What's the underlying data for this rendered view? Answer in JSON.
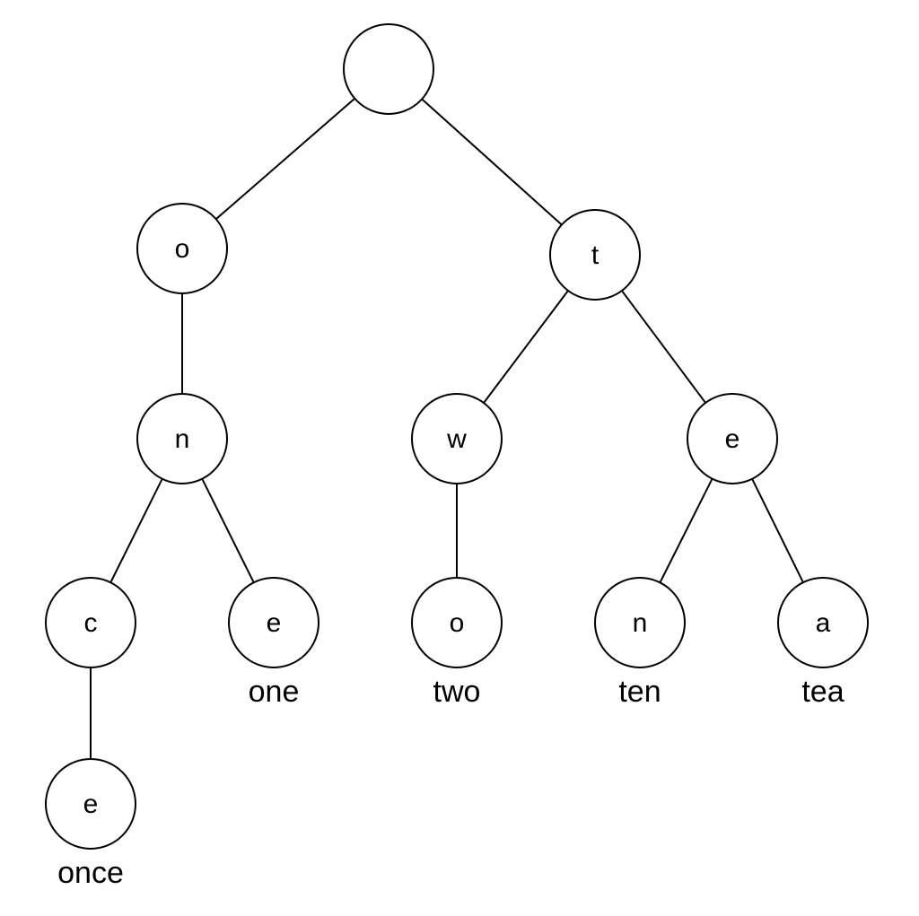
{
  "diagram": {
    "type": "trie",
    "nodes": [
      {
        "id": "root",
        "letter": "",
        "word": ""
      },
      {
        "id": "o1",
        "letter": "o",
        "word": ""
      },
      {
        "id": "t1",
        "letter": "t",
        "word": ""
      },
      {
        "id": "n1",
        "letter": "n",
        "word": ""
      },
      {
        "id": "w1",
        "letter": "w",
        "word": ""
      },
      {
        "id": "e1",
        "letter": "e",
        "word": ""
      },
      {
        "id": "c1",
        "letter": "c",
        "word": ""
      },
      {
        "id": "e2",
        "letter": "e",
        "word": "one"
      },
      {
        "id": "o2",
        "letter": "o",
        "word": "two"
      },
      {
        "id": "n2",
        "letter": "n",
        "word": "ten"
      },
      {
        "id": "a1",
        "letter": "a",
        "word": "tea"
      },
      {
        "id": "e3",
        "letter": "e",
        "word": "once"
      }
    ],
    "edges": [
      [
        "root",
        "o1"
      ],
      [
        "root",
        "t1"
      ],
      [
        "o1",
        "n1"
      ],
      [
        "n1",
        "c1"
      ],
      [
        "n1",
        "e2"
      ],
      [
        "c1",
        "e3"
      ],
      [
        "t1",
        "w1"
      ],
      [
        "t1",
        "e1"
      ],
      [
        "w1",
        "o2"
      ],
      [
        "e1",
        "n2"
      ],
      [
        "e1",
        "a1"
      ]
    ]
  }
}
